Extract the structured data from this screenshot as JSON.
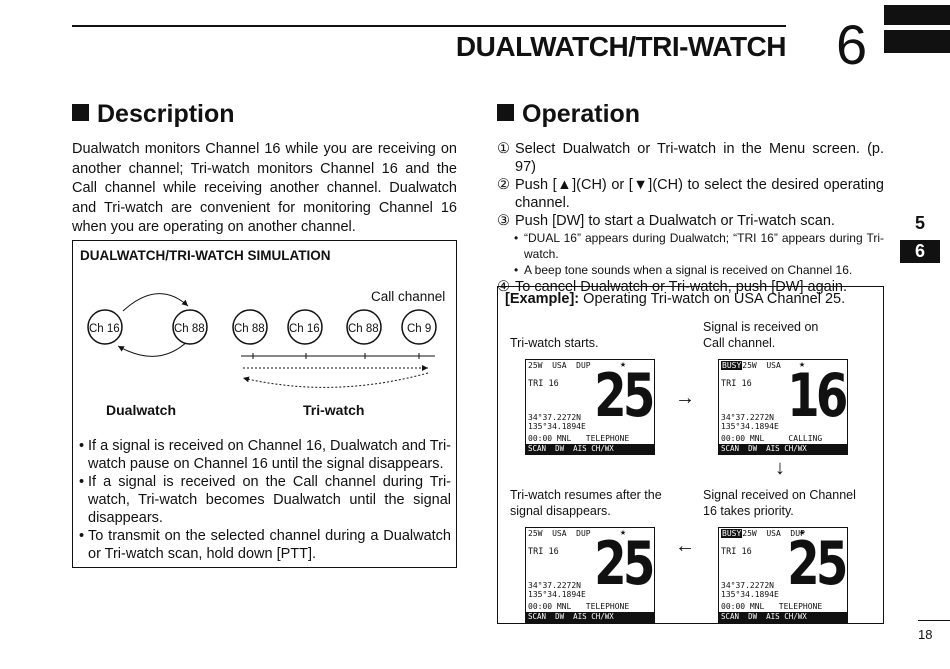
{
  "header": {
    "title": "DUALWATCH/TRI-WATCH",
    "chapter": "6"
  },
  "tabs": [
    "5",
    "6"
  ],
  "description": {
    "heading": "Description",
    "text": "Dualwatch monitors Channel 16 while you are receiving on another channel; Tri-watch monitors Channel 16 and the Call channel while receiving another channel. Dualwatch and Tri-watch are convenient for monitoring Channel 16 when you are operating on another channel."
  },
  "simulation": {
    "title": "DUALWATCH/TRI-WATCH SIMULATION",
    "call_channel": "Call channel",
    "dual_channels": [
      "Ch 16",
      "Ch 88"
    ],
    "tri_channels": [
      "Ch 88",
      "Ch 16",
      "Ch 88",
      "Ch 9"
    ],
    "dual_label": "Dualwatch",
    "tri_label": "Tri-watch",
    "bullets": [
      "If a signal is received on Channel 16, Dualwatch and Tri-watch pause on Channel 16 until the signal disappears.",
      "If a signal is received on the Call channel during Tri-watch, Tri-watch becomes Dualwatch until the signal disappears.",
      "To transmit on the selected channel during a Dualwatch or Tri-watch scan, hold down [PTT]."
    ]
  },
  "operation": {
    "heading": "Operation",
    "steps": [
      {
        "num": "①",
        "text": "Select Dualwatch or Tri-watch in the Menu screen. (p. 97)"
      },
      {
        "num": "②",
        "text": "Push [▲](CH) or [▼](CH) to select the desired operating channel."
      },
      {
        "num": "③",
        "text": "Push [DW] to start a Dualwatch or Tri-watch scan."
      }
    ],
    "sub_bullets": [
      "“DUAL 16” appears during Dualwatch; “TRI 16” appears during Tri-watch.",
      "A beep tone sounds when a signal is received on Channel 16."
    ],
    "step4": {
      "num": "④",
      "text": "To cancel Dualwatch or Tri-watch, push [DW] again."
    }
  },
  "example": {
    "label": "[Example]:",
    "text": "Operating Tri-watch on USA Channel 25.",
    "captions": {
      "c1": "Tri-watch starts.",
      "c2a": "Signal is received on",
      "c2b": "Call channel.",
      "c3a": "Tri-watch resumes after the",
      "c3b": "signal disappears.",
      "c4a": "Signal received on Channel",
      "c4b": "16 takes priority."
    },
    "screens": {
      "s1": {
        "busy": "",
        "row1": "25W  USA  DUP",
        "mode": "TRI 16",
        "channel": "25",
        "lat": "34°37.2272N",
        "lon": "135°34.1894E",
        "stat": "00:00 MNL   TELEPHONE",
        "soft": "SCAN  DW  AIS CH/WX"
      },
      "s2": {
        "busy": "BUSY",
        "row1": "25W  USA",
        "mode": "TRI 16",
        "channel": "16",
        "lat": "34°37.2272N",
        "lon": "135°34.1894E",
        "stat": "00:00 MNL     CALLING",
        "soft": "SCAN  DW  AIS CH/WX"
      },
      "s3": {
        "busy": "",
        "row1": "25W  USA  DUP",
        "mode": "TRI 16",
        "channel": "25",
        "lat": "34°37.2272N",
        "lon": "135°34.1894E",
        "stat": "00:00 MNL   TELEPHONE",
        "soft": "SCAN  DW  AIS CH/WX"
      },
      "s4": {
        "busy": "BUSY",
        "row1": "25W  USA  DUP",
        "mode": "TRI 16",
        "channel": "25",
        "lat": "34°37.2272N",
        "lon": "135°34.1894E",
        "stat": "00:00 MNL   TELEPHONE",
        "soft": "SCAN  DW  AIS CH/WX"
      }
    }
  },
  "page_number": "18"
}
